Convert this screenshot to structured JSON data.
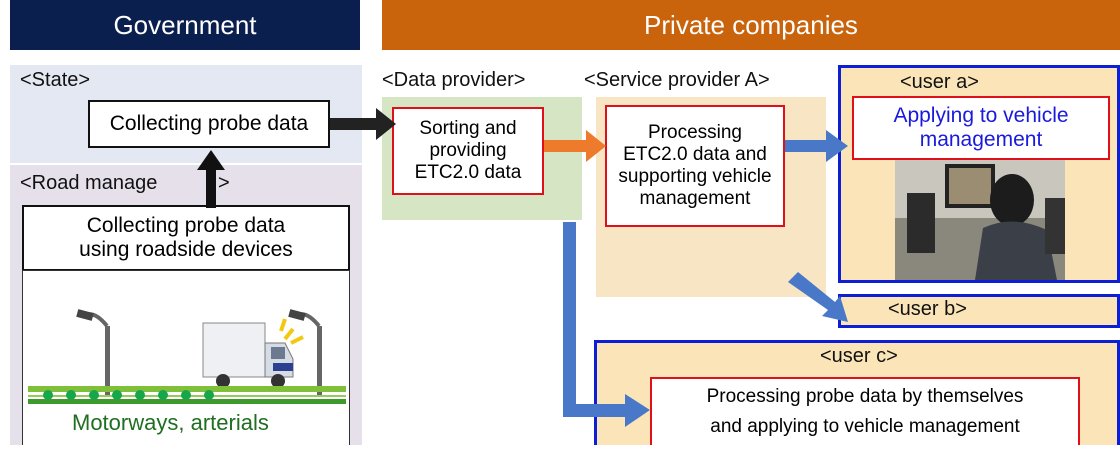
{
  "headers": {
    "government": "Government",
    "private": "Private companies"
  },
  "government": {
    "state_label": "<State>",
    "state_box": "Collecting probe data",
    "road_label": "<Road manage",
    "road_label_end": ">",
    "road_box": "Collecting probe data\nusing roadside devices",
    "road_caption": "Motorways, arterials"
  },
  "private": {
    "data_provider_label": "<Data provider>",
    "data_provider_box": "Sorting and\nproviding\nETC2.0 data",
    "service_provider_label": "<Service provider A>",
    "service_provider_box": "Processing\nETC2.0 data and\nsupporting vehicle\nmanagement",
    "user_a_label": "<user a>",
    "user_a_box": "Applying to vehicle\nmanagement",
    "user_b_label": "<user b>",
    "user_c_label": "<user c>",
    "user_c_box": "Processing probe data by themselves\nand applying to vehicle management"
  },
  "colors": {
    "government_header": "#0b1f4f",
    "private_header": "#c9630c",
    "state_bg": "#e4e8f2",
    "road_bg": "#e6e0ea",
    "data_provider_bg": "#d6e6c4",
    "service_bg": "#f8e5c4",
    "user_bg": "#fbe5b8",
    "user_border": "#0d1fd6",
    "red_border": "#e0101a",
    "arrow_blue": "#4a78c8",
    "arrow_orange": "#ee7b2c"
  }
}
